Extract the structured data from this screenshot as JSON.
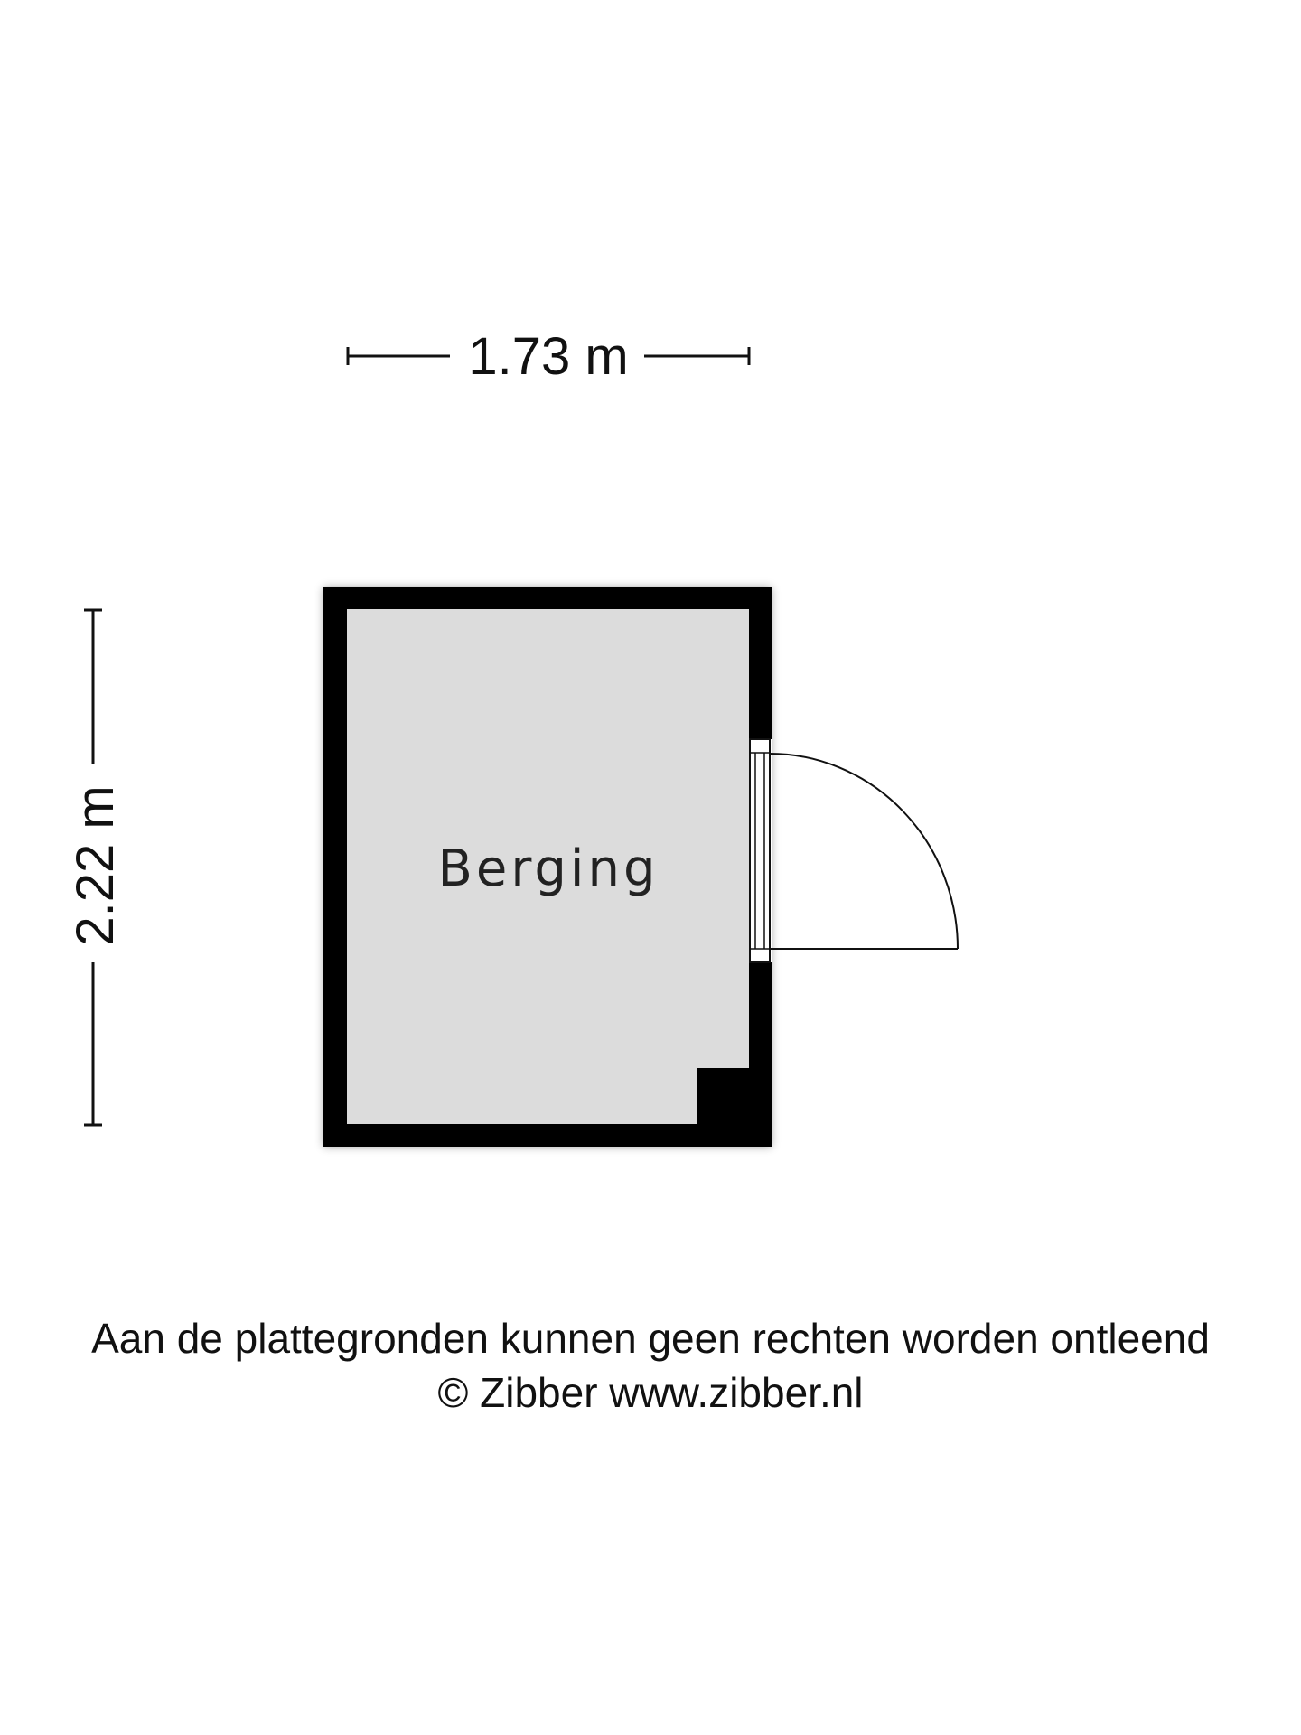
{
  "dimensions": {
    "width_label": "1.73 m",
    "height_label": "2.22 m"
  },
  "room": {
    "name": "Berging"
  },
  "footer": {
    "disclaimer": "Aan de plattegronden kunnen geen rechten worden ontleend",
    "copyright": "© Zibber www.zibber.nl"
  },
  "colors": {
    "wall": "#000000",
    "floor": "#dcdcdc",
    "line": "#111111"
  }
}
